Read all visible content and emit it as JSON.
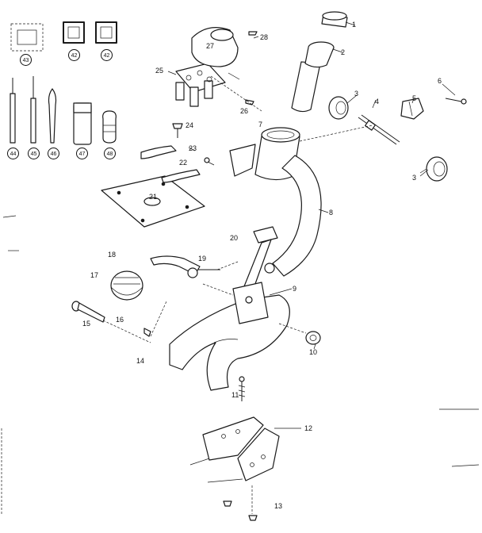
{
  "diagram": {
    "callouts": [
      "1",
      "2",
      "3",
      "4",
      "5",
      "6",
      "3",
      "7",
      "8",
      "9",
      "10",
      "11",
      "12",
      "13",
      "14",
      "15",
      "16",
      "17",
      "18",
      "19",
      "20",
      "21",
      "22",
      "23",
      "24",
      "25",
      "26",
      "27",
      "28"
    ],
    "accessory_labels": [
      "43",
      "42",
      "42",
      "44",
      "45",
      "46",
      "47",
      "48"
    ]
  }
}
